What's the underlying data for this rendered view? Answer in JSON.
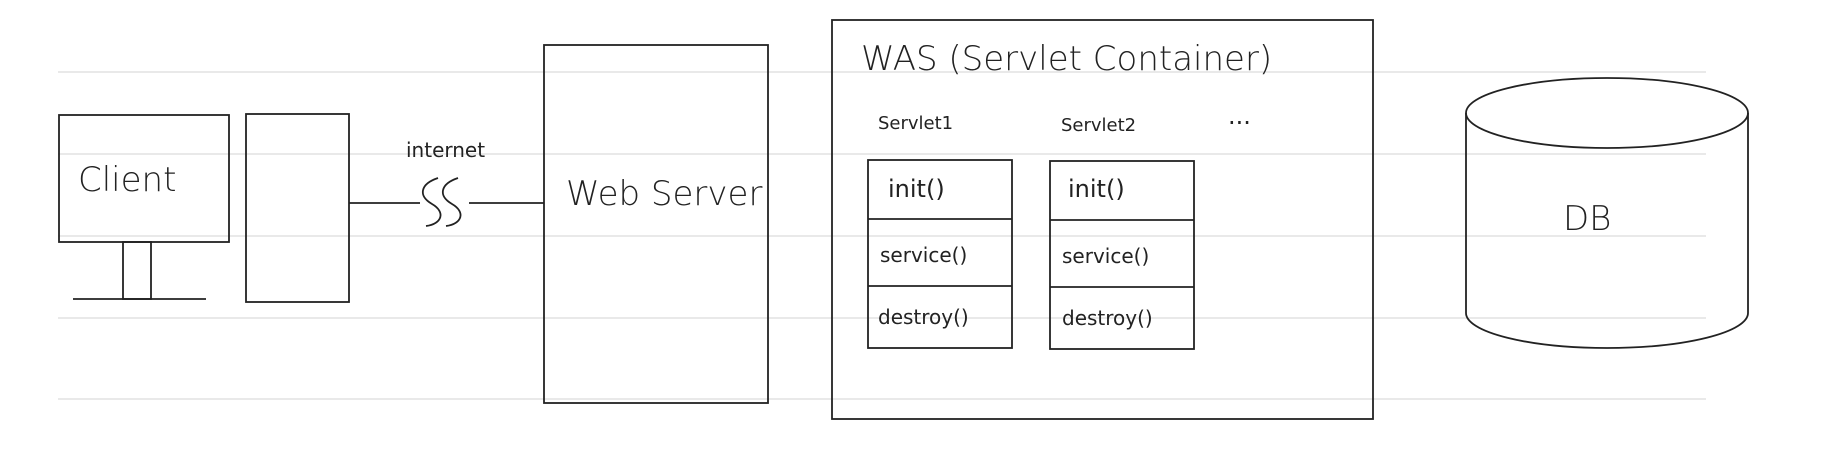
{
  "colors": {
    "line": "#222222",
    "ruled_line": "#dcdcdc",
    "background": "#ffffff"
  },
  "client": {
    "label": "Client"
  },
  "network": {
    "label": "internet"
  },
  "web_server": {
    "label": "Web Server"
  },
  "was": {
    "title": "WAS (Servlet Container)",
    "servlets": [
      {
        "name": "Servlet1",
        "methods": [
          "init()",
          "service()",
          "destroy()"
        ]
      },
      {
        "name": "Servlet2",
        "methods": [
          "init()",
          "service()",
          "destroy()"
        ]
      }
    ],
    "more": "..."
  },
  "db": {
    "label": "DB"
  }
}
